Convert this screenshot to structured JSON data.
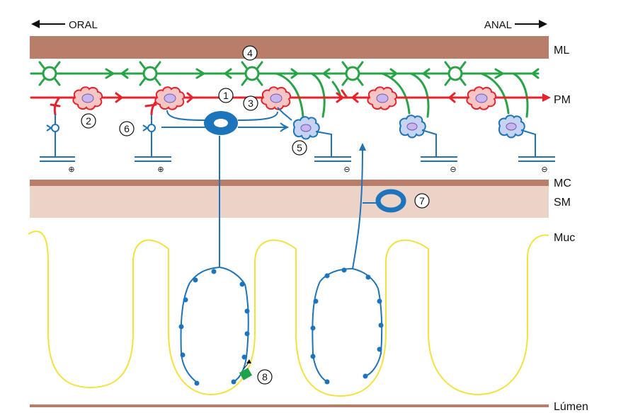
{
  "direction": {
    "oral": "ORAL",
    "anal": "ANAL"
  },
  "layers": {
    "ml": "ML",
    "pm": "PM",
    "mc": "MC",
    "sm": "SM",
    "muc": "Muc",
    "lumen": "Lúmen"
  },
  "callouts": [
    "1",
    "2",
    "3",
    "4",
    "5",
    "6",
    "7",
    "8"
  ],
  "signs": {
    "plus": "⊕",
    "minus": "⊖"
  },
  "colors": {
    "longitudinal_muscle": "#b97e69",
    "muscularis_mucosae": "#b97e69",
    "submucosa": "#ecd3c8",
    "mucosa_outline": "#f4e23a",
    "interneuron": "#e8212b",
    "excitatory_neuron": "#27a546",
    "sensory_neuron": "#1b74bc",
    "inhibitory_neuron_fill": "#c6d3f2",
    "excitatory_soma_fill": "#f7c5c3",
    "receptor": "#1ea24a"
  }
}
